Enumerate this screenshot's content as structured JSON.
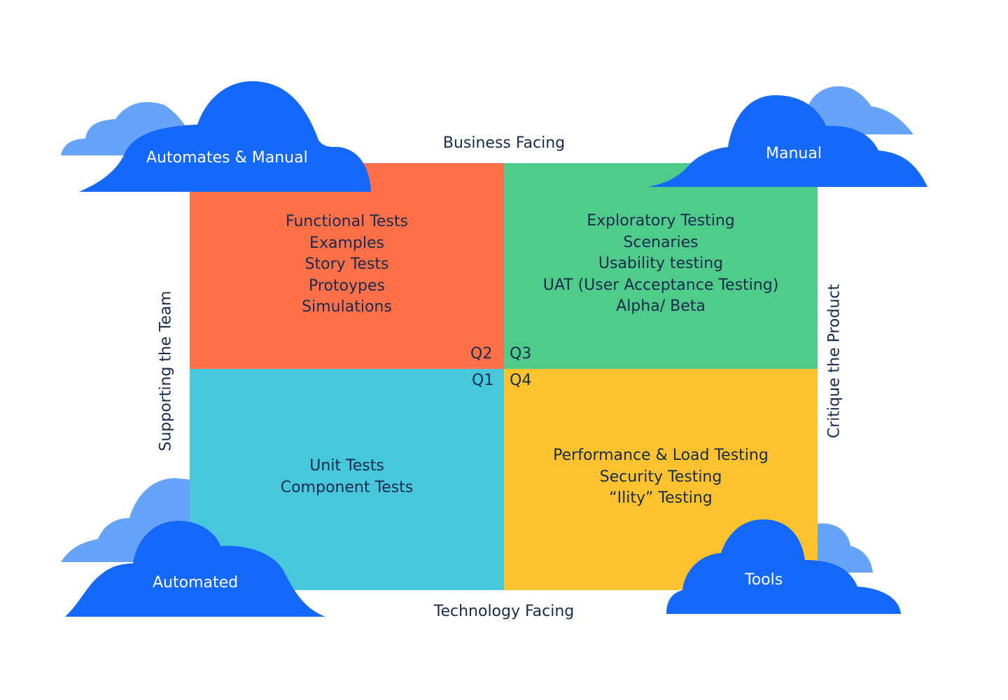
{
  "colors": {
    "q2": "#FF7049",
    "q3": "#4FCB8A",
    "q1": "#47C7DC",
    "q4": "#FEC22E",
    "cloud_dark": "#1468FA",
    "cloud_light": "#67A3F9",
    "text": "#172B4D"
  },
  "axes": {
    "top": "Business Facing",
    "bottom": "Technology Facing",
    "left": "Supporting the Team",
    "right": "Critique the Product"
  },
  "clouds": {
    "top_left": "Automates & Manual",
    "top_right": "Manual",
    "bottom_left": "Automated",
    "bottom_right": "Tools"
  },
  "quadrants": {
    "q2": {
      "label": "Q2",
      "items": [
        "Functional Tests",
        "Examples",
        "Story Tests",
        "Protoypes",
        "Simulations"
      ]
    },
    "q3": {
      "label": "Q3",
      "items": [
        "Exploratory Testing",
        "Scenaries",
        "Usability testing",
        "UAT (User Acceptance Testing)",
        "Alpha/ Beta"
      ]
    },
    "q1": {
      "label": "Q1",
      "items": [
        "Unit Tests",
        "Component Tests"
      ]
    },
    "q4": {
      "label": "Q4",
      "items": [
        "Performance & Load Testing",
        "Security Testing",
        "“Ility” Testing"
      ]
    }
  }
}
